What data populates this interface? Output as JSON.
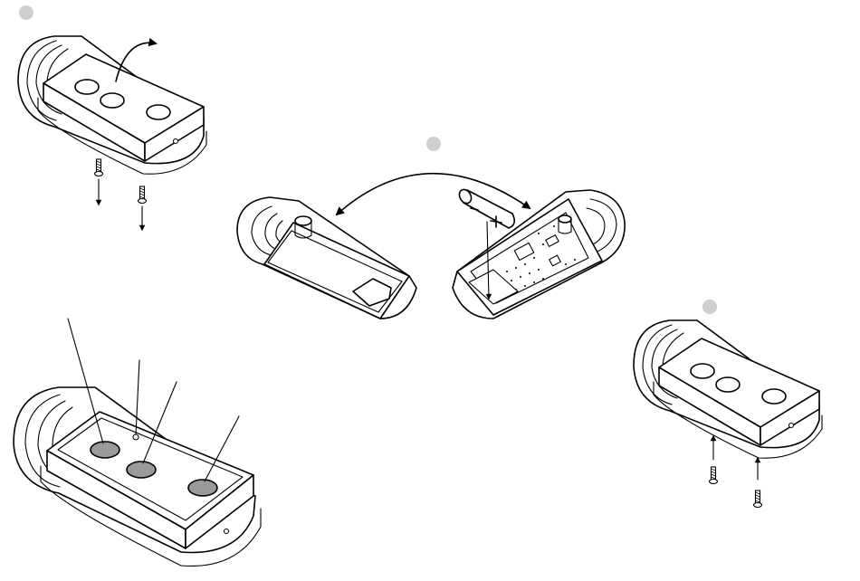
{
  "steps": [
    {
      "id": "step-1-remove-screws",
      "marker": ""
    },
    {
      "id": "step-2-replace-battery",
      "marker": ""
    },
    {
      "id": "step-3-refit-screws",
      "marker": ""
    }
  ],
  "colors": {
    "line": "#000000",
    "step_marker": "#cfcfcf",
    "button_fill": "#9a9a9a"
  },
  "icons": [
    "screw-icon",
    "arrow-down-icon",
    "arrow-up-icon",
    "curved-arrow-icon",
    "battery-icon"
  ]
}
